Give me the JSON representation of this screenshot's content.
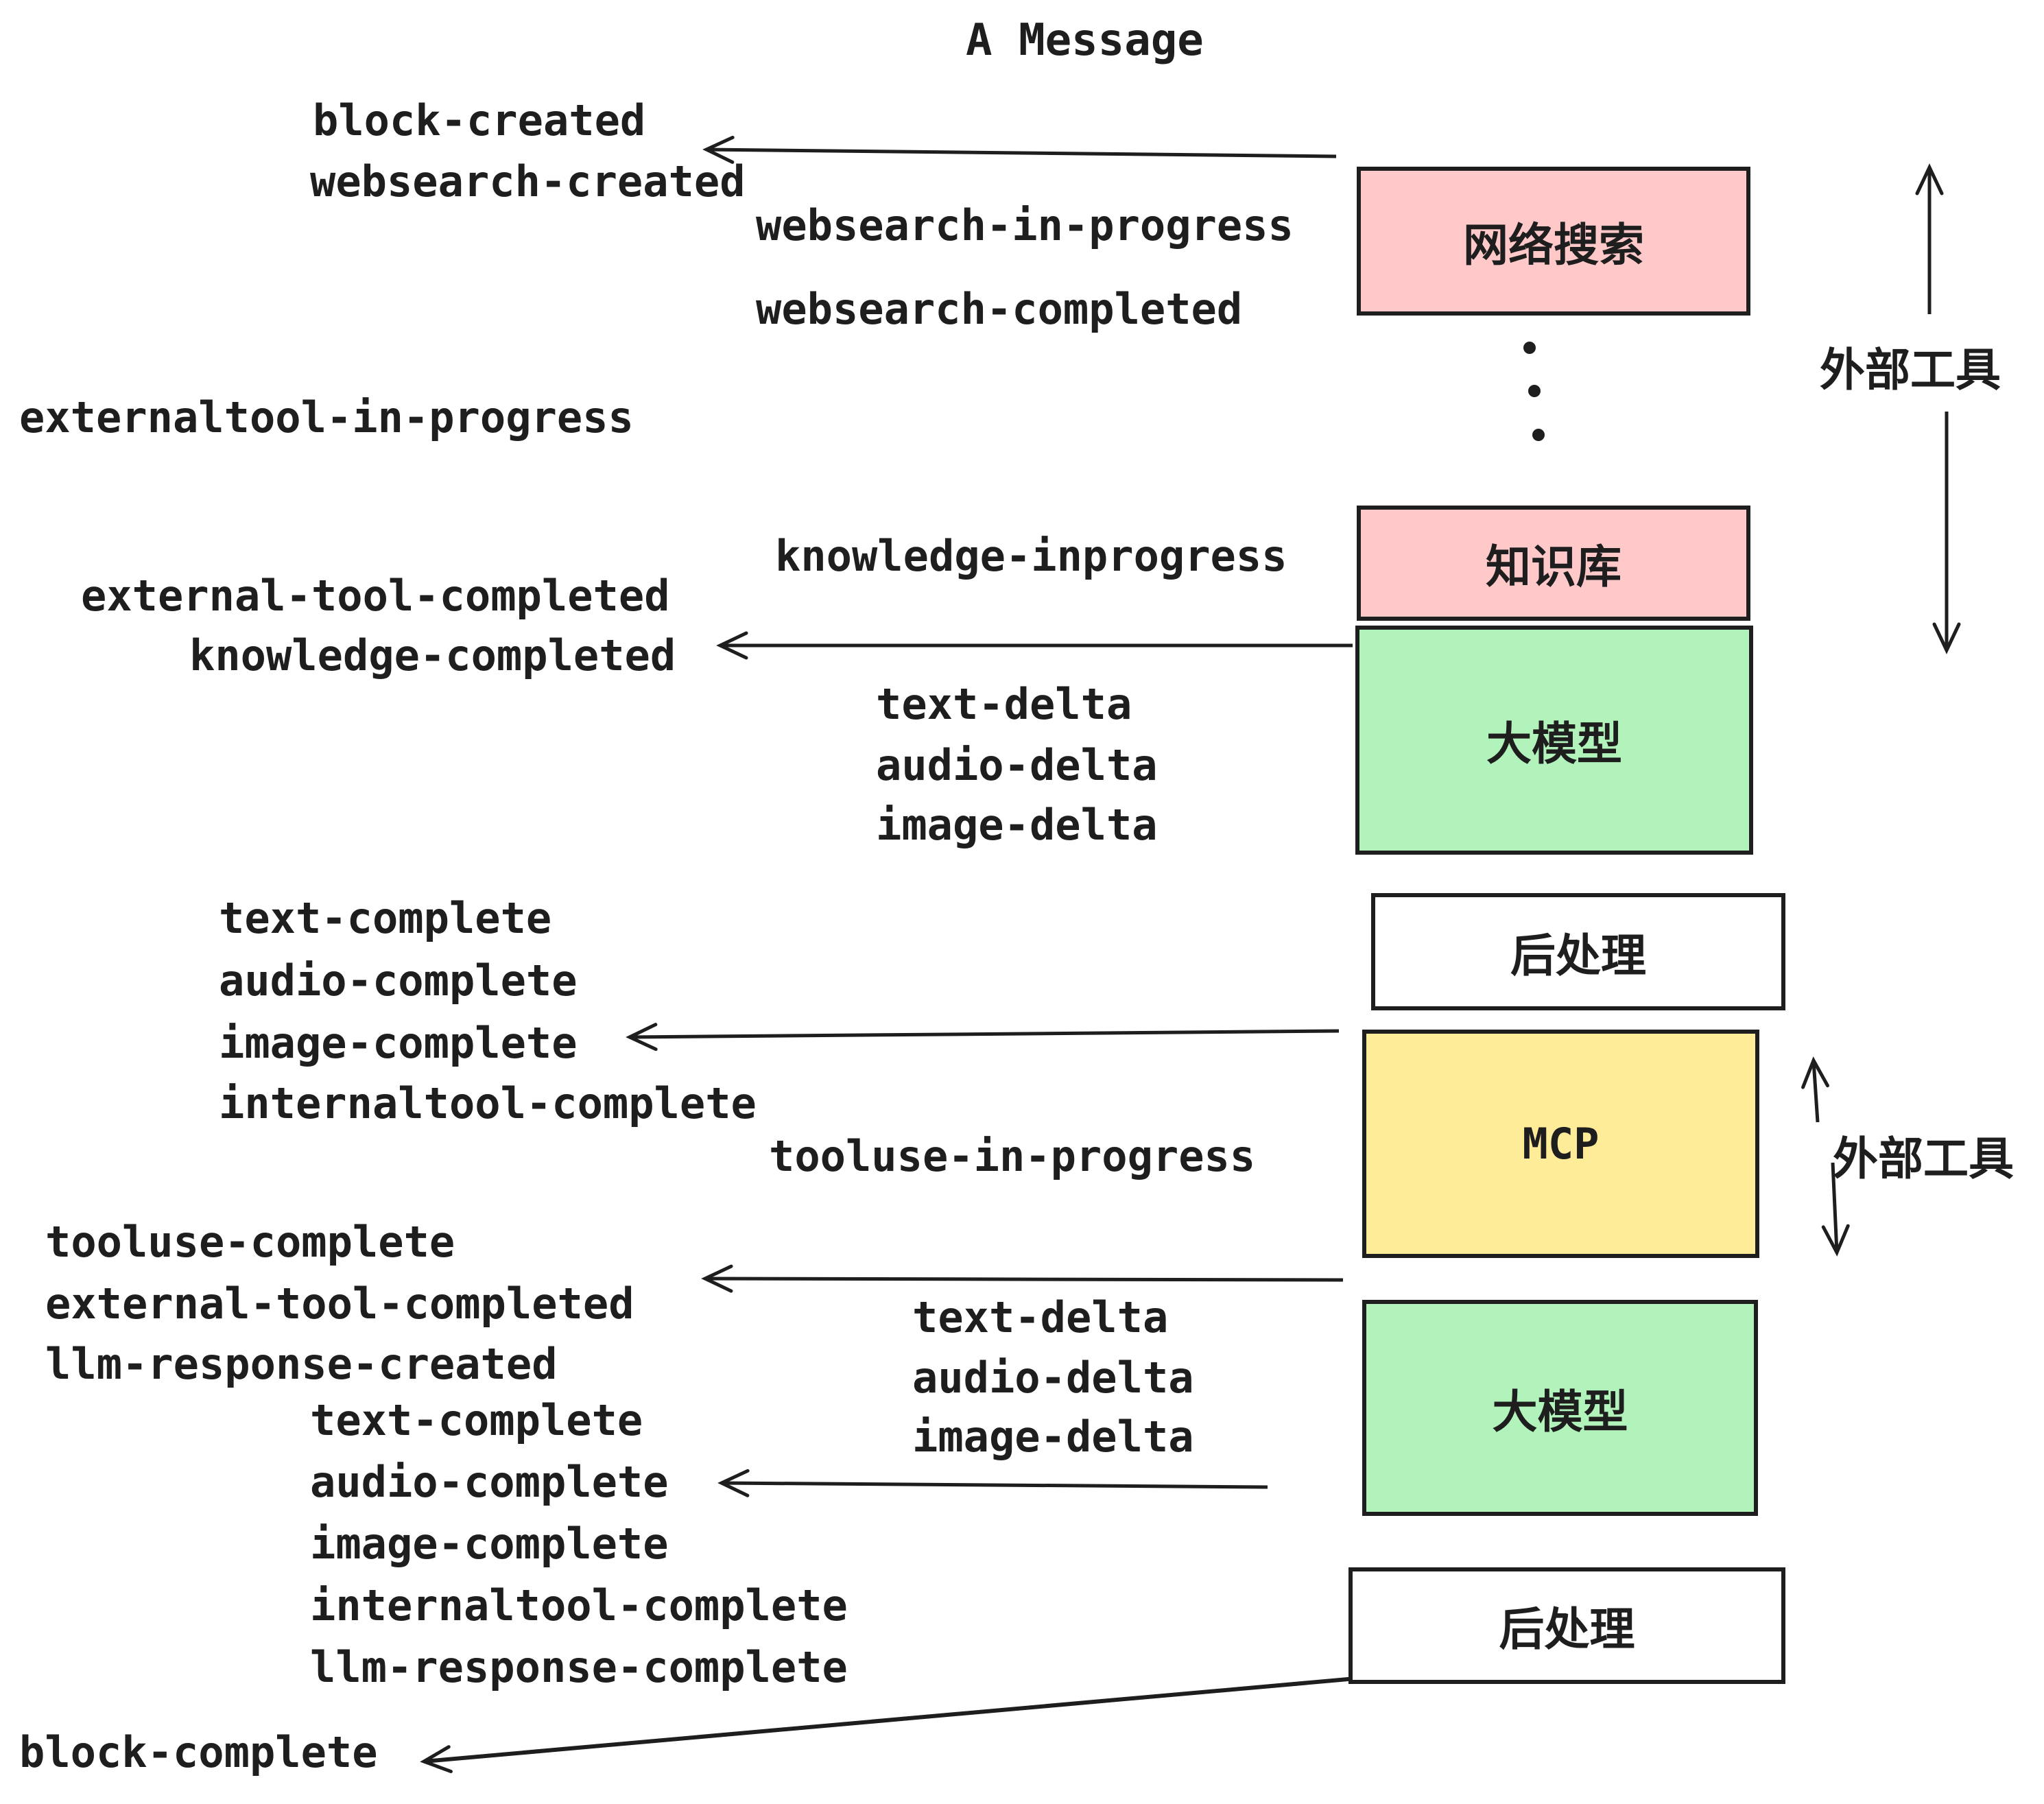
{
  "title": "A Message",
  "colors": {
    "pink": "#ffc9c9",
    "green": "#b2f2bb",
    "yellow": "#ffec99",
    "white": "#ffffff",
    "stroke": "#1e1e1e"
  },
  "boxes": [
    {
      "label": "网络搜索",
      "fill": "pink"
    },
    {
      "label": "知识库",
      "fill": "pink"
    },
    {
      "label": "大模型",
      "fill": "green"
    },
    {
      "label": "后处理",
      "fill": "white"
    },
    {
      "label": "MCP",
      "fill": "yellow"
    },
    {
      "label": "大模型",
      "fill": "green"
    },
    {
      "label": "后处理",
      "fill": "white"
    }
  ],
  "side_labels": [
    "外部工具",
    "外部工具"
  ],
  "events": [
    "block-created",
    "websearch-created",
    "websearch-in-progress",
    "websearch-completed",
    "externaltool-in-progress",
    "knowledge-inprogress",
    "external-tool-completed",
    "knowledge-completed",
    "text-delta",
    "audio-delta",
    "image-delta",
    "text-complete",
    "audio-complete",
    "image-complete",
    "internaltool-complete",
    "tooluse-in-progress",
    "tooluse-complete",
    "external-tool-completed",
    "llm-response-created",
    "text-delta",
    "audio-delta",
    "image-delta",
    "text-complete",
    "audio-complete",
    "image-complete",
    "internaltool-complete",
    "llm-response-complete",
    "block-complete"
  ]
}
